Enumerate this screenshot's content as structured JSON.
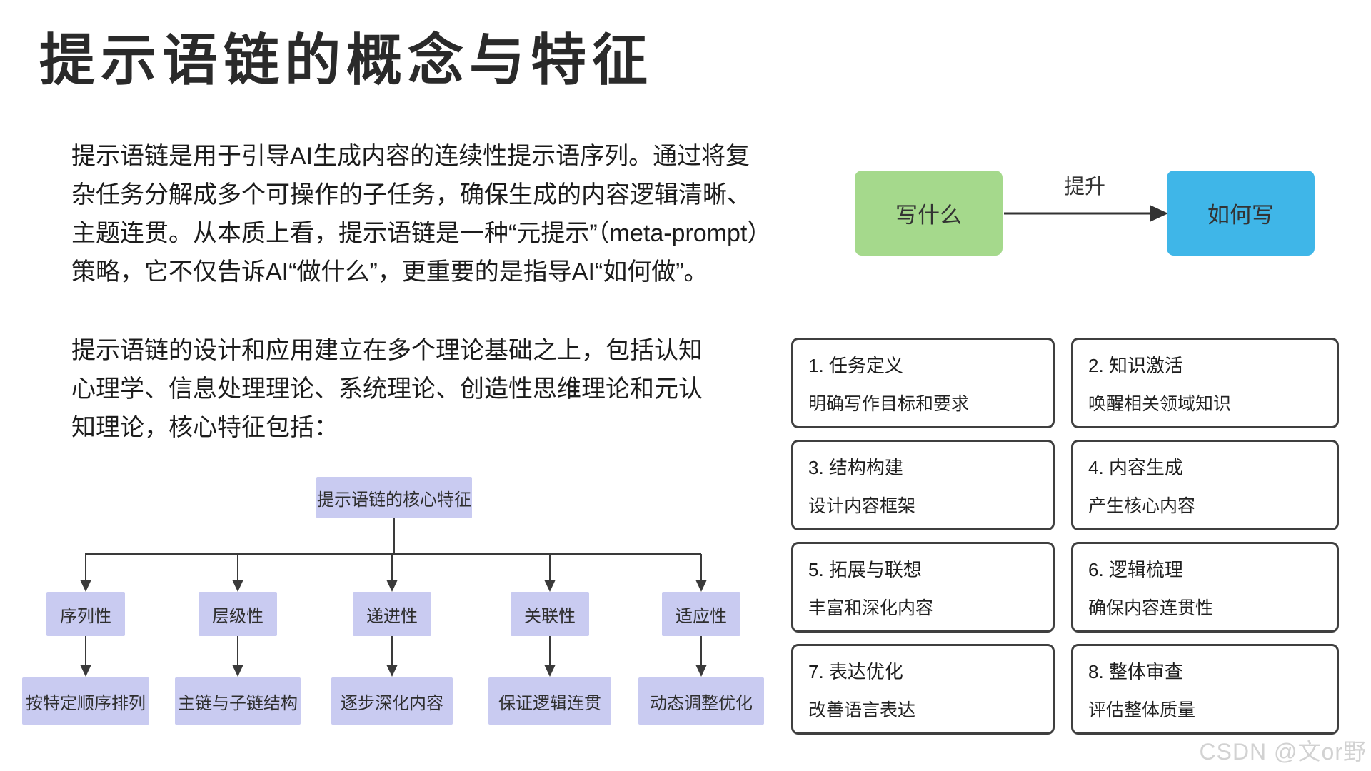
{
  "slide": {
    "title": "提示语链的概念与特征"
  },
  "paragraphs": {
    "p1": {
      "lines": [
        "提示语链是用于引导AI生成内容的连续性提示语序列。通过将复",
        "杂任务分解成多个可操作的子任务，确保生成的内容逻辑清晰、",
        "主题连贯。从本质上看，提示语链是一种“元提示”（meta-prompt）",
        "策略，它不仅告诉AI“做什么”，更重要的是指导AI“如何做”。"
      ]
    },
    "p2": {
      "lines": [
        "提示语链的设计和应用建立在多个理论基础之上，包括认知",
        "心理学、信息处理理论、系统理论、创造性思维理论和元认",
        "知理论，核心特征包括："
      ]
    }
  },
  "flow": {
    "left_box": "写什么",
    "arrow_label": "提升",
    "right_box": "如何写",
    "left_color": "#a5d98c",
    "right_color": "#3fb6e8"
  },
  "tree": {
    "root": "提示语链的核心特征",
    "box_color": "#c9cbf1",
    "branches": [
      {
        "label": "序列性",
        "detail": "按特定顺序排列"
      },
      {
        "label": "层级性",
        "detail": "主链与子链结构"
      },
      {
        "label": "递进性",
        "detail": "逐步深化内容"
      },
      {
        "label": "关联性",
        "detail": "保证逻辑连贯"
      },
      {
        "label": "适应性",
        "detail": "动态调整优化"
      }
    ]
  },
  "steps": [
    {
      "title": "1. 任务定义",
      "desc": "明确写作目标和要求"
    },
    {
      "title": "2. 知识激活",
      "desc": "唤醒相关领域知识"
    },
    {
      "title": "3. 结构构建",
      "desc": "设计内容框架"
    },
    {
      "title": "4. 内容生成",
      "desc": "产生核心内容"
    },
    {
      "title": "5. 拓展与联想",
      "desc": "丰富和深化内容"
    },
    {
      "title": "6. 逻辑梳理",
      "desc": "确保内容连贯性"
    },
    {
      "title": "7. 表达优化",
      "desc": "改善语言表达"
    },
    {
      "title": "8. 整体审查",
      "desc": "评估整体质量"
    }
  ],
  "watermark": "CSDN @文or野"
}
